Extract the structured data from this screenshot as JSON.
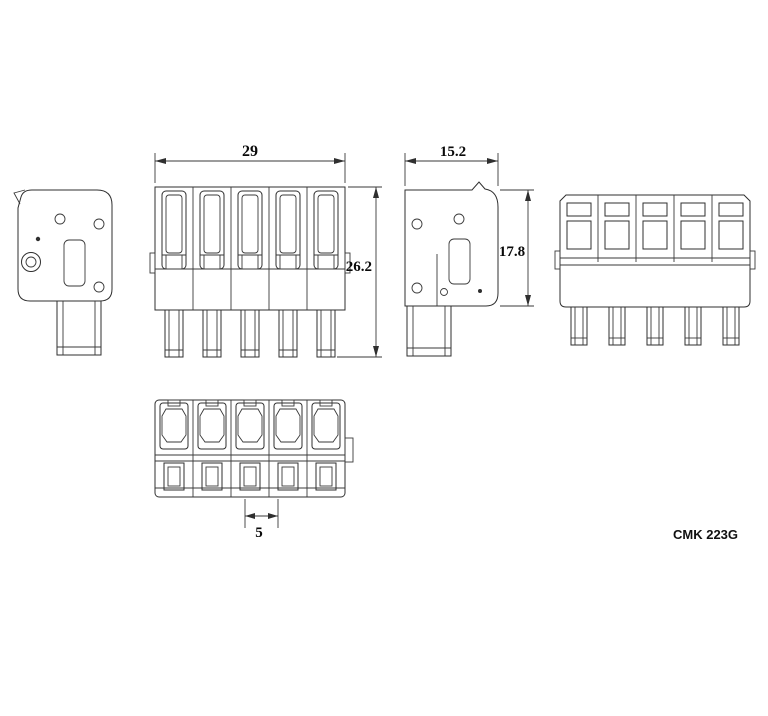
{
  "part_number": "CMK 223G",
  "dimensions": {
    "overall_width_mm": "29",
    "overall_height_mm": "26.2",
    "depth_mm": "15.2",
    "housing_height_mm": "17.8",
    "pole_pitch_mm": "5"
  }
}
